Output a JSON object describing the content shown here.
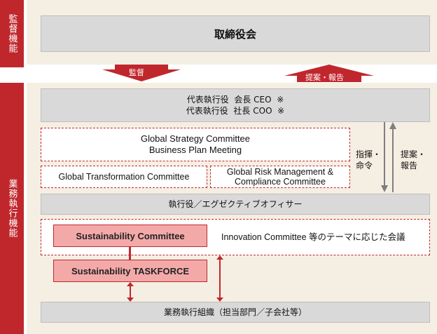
{
  "sections": {
    "supervision": "監督機能",
    "execution": "業務執行機能"
  },
  "board": "取締役会",
  "arrows": {
    "supervise": "監督",
    "proposal": "提案・報告"
  },
  "ceo": {
    "line1": "代表執行役  会長 CEO  ※",
    "line2": "代表執行役  社長 COO  ※"
  },
  "global_strategy": {
    "line1": "Global Strategy Committee",
    "line2": "Business Plan Meeting"
  },
  "global_transformation": "Global Transformation Committee",
  "global_risk": {
    "line1": "Global Risk Management &",
    "line2": "Compliance Committee"
  },
  "side_notes": {
    "instruction_line1": "指揮・",
    "instruction_line2": "命令",
    "report_line1": "提案・",
    "report_line2": "報告"
  },
  "executive_officers": "執行役／エグゼクティブオフィサー",
  "sustainability_committee": "Sustainability Committee",
  "innovation": "Innovation Committee 等のテーマに応じた会議",
  "taskforce": "Sustainability TASKFORCE",
  "org": "業務執行組織（担当部門／子会社等）",
  "colors": {
    "accent_red": "#c0272d",
    "band_beige": "#f5efe3",
    "box_gray": "#d9d9d9",
    "pink": "#f4a9a9"
  }
}
